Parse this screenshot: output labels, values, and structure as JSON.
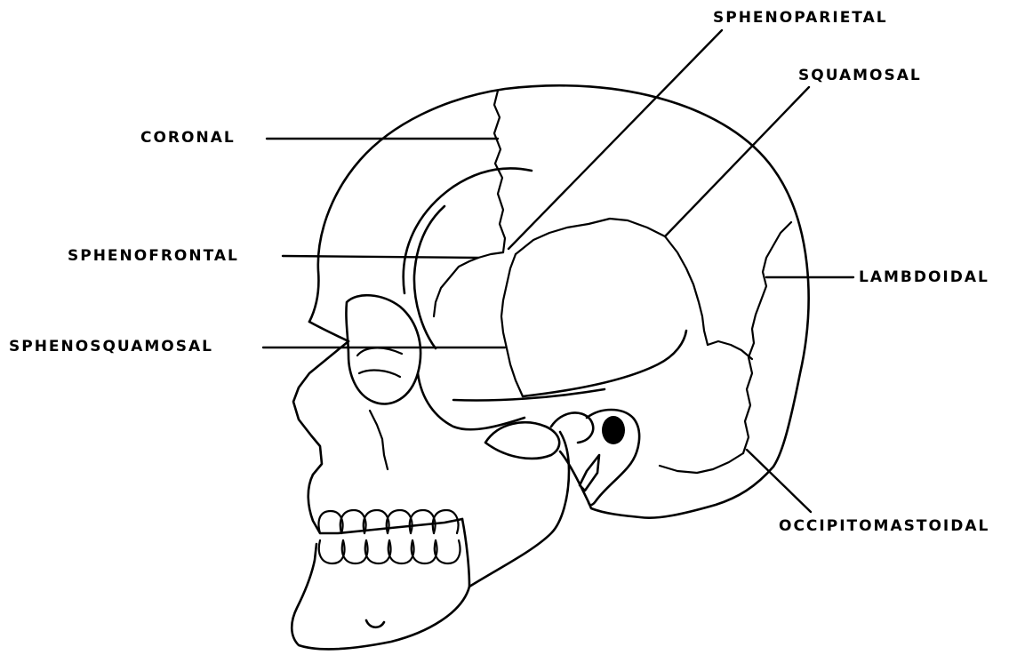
{
  "labels": {
    "sphenoparietal": "SPHENOPARIETAL",
    "squamosal": "SQUAMOSAL",
    "coronal": "CORONAL",
    "sphenofrontal": "SPHENOFRONTAL",
    "lambdoidal": "LAMBDOIDAL",
    "sphenosquamosal": "SPHENOSQUAMOSAL",
    "occipitomastoidal": "OCCIPITOMASTOIDAL"
  },
  "colors": {
    "line": "#000000",
    "background": "#ffffff"
  }
}
